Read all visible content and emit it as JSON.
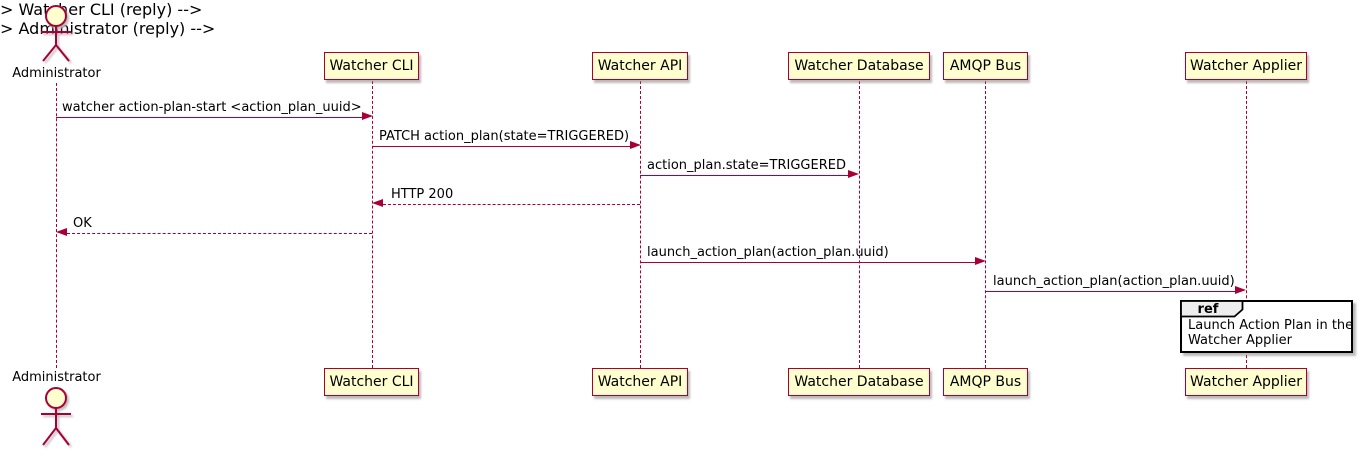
{
  "diagram": {
    "type": "uml-sequence-diagram",
    "colors": {
      "accent": "#A80036",
      "participant_fill": "#FEFECE",
      "ref_header_fill": "#EEEEEE",
      "text": "#000000",
      "background": "#FFFFFF"
    },
    "actor": {
      "label": "Administrator"
    },
    "participants": [
      {
        "label": "Watcher CLI"
      },
      {
        "label": "Watcher API"
      },
      {
        "label": "Watcher Database"
      },
      {
        "label": "AMQP Bus"
      },
      {
        "label": "Watcher Applier"
      }
    ],
    "messages": [
      {
        "label": "watcher action-plan-start <action_plan_uuid>",
        "from": "Administrator",
        "to": "Watcher CLI",
        "style": "solid"
      },
      {
        "label": "PATCH action_plan(state=TRIGGERED)",
        "from": "Watcher CLI",
        "to": "Watcher API",
        "style": "solid"
      },
      {
        "label": "action_plan.state=TRIGGERED",
        "from": "Watcher API",
        "to": "Watcher Database",
        "style": "solid"
      },
      {
        "label": "HTTP 200",
        "from": "Watcher API",
        "to": "Watcher CLI",
        "style": "dashed"
      },
      {
        "label": "OK",
        "from": "Watcher CLI",
        "to": "Administrator",
        "style": "dashed"
      },
      {
        "label": "launch_action_plan(action_plan.uuid)",
        "from": "Watcher API",
        "to": "AMQP Bus",
        "style": "solid"
      },
      {
        "label": "launch_action_plan(action_plan.uuid)",
        "from": "AMQP Bus",
        "to": "Watcher Applier",
        "style": "solid"
      }
    ],
    "ref": {
      "keyword": "ref",
      "lines": [
        "Launch Action Plan in the",
        "Watcher Applier"
      ]
    }
  }
}
